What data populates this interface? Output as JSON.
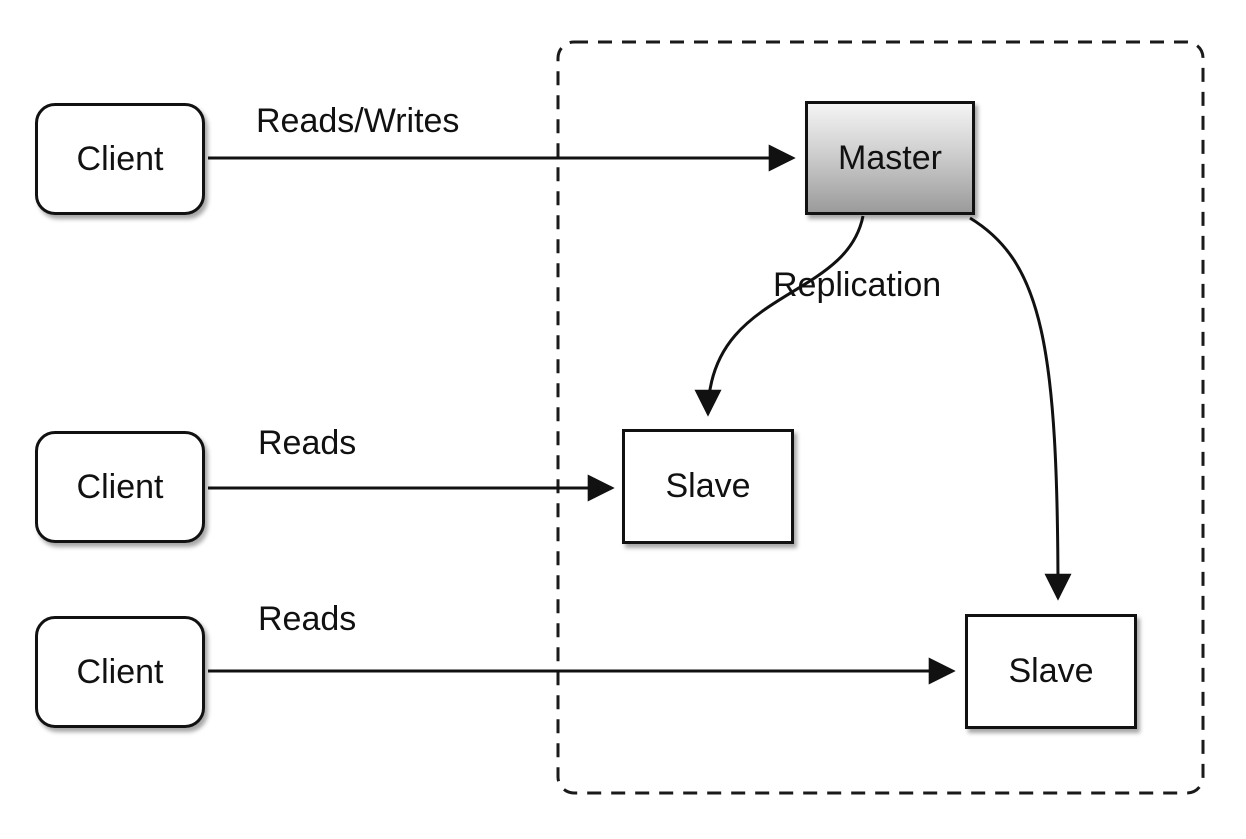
{
  "diagram": {
    "type": "architecture-diagram",
    "subject": "master-slave replication",
    "nodes": {
      "client1": {
        "label": "Client"
      },
      "client2": {
        "label": "Client"
      },
      "client3": {
        "label": "Client"
      },
      "master": {
        "label": "Master"
      },
      "slave1": {
        "label": "Slave"
      },
      "slave2": {
        "label": "Slave"
      }
    },
    "edges": {
      "reads_writes": {
        "label": "Reads/Writes",
        "from": "client1",
        "to": "master"
      },
      "reads_top": {
        "label": "Reads",
        "from": "client2",
        "to": "slave1"
      },
      "reads_bottom": {
        "label": "Reads",
        "from": "client3",
        "to": "slave2"
      },
      "replication": {
        "label": "Replication",
        "from": "master",
        "to": "slave1,slave2"
      }
    },
    "colors": {
      "stroke": "#111111",
      "node_fill": "#ffffff",
      "master_gradient_top": "#f4f4f4",
      "master_gradient_bottom": "#9b9b9b",
      "background": "#ffffff"
    }
  }
}
